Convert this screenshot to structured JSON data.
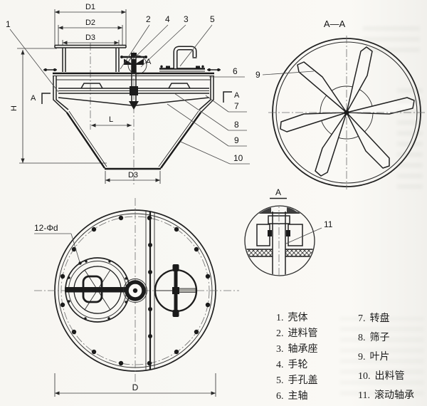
{
  "colors": {
    "bg": "#f9f8f5",
    "ink": "#1b1b1b",
    "centerline": "#6d6d6d"
  },
  "front_view": {
    "dim_d1": "D1",
    "dim_d2": "D2",
    "dim_d3_top": "D3",
    "dim_h": "H",
    "dim_l": "L",
    "dim_d3_bottom": "D3",
    "section_letter": "A",
    "callouts": {
      "c1": "1",
      "c2": "2",
      "c3": "3",
      "c4": "4",
      "c5": "5",
      "c6": "6",
      "c7": "7",
      "c8": "8",
      "c9": "9",
      "c10": "10"
    }
  },
  "section_view": {
    "title": "A—A",
    "blade_callout": "9"
  },
  "detail_view": {
    "title": "A",
    "bearing_callout": "11"
  },
  "bottom_view": {
    "bolt_hole_label": "12-Φd",
    "dim_d": "D"
  },
  "parts_list": {
    "column1": [
      {
        "num": "1.",
        "name": "壳体"
      },
      {
        "num": "2.",
        "name": "进料管"
      },
      {
        "num": "3.",
        "name": "轴承座"
      },
      {
        "num": "4.",
        "name": "手轮"
      },
      {
        "num": "5.",
        "name": "手孔盖"
      },
      {
        "num": "6.",
        "name": "主轴"
      }
    ],
    "column2": [
      {
        "num": "7.",
        "name": "转盘"
      },
      {
        "num": "8.",
        "name": "筛子"
      },
      {
        "num": "9.",
        "name": "叶片"
      },
      {
        "num": "10.",
        "name": "出料管"
      },
      {
        "num": "11.",
        "name": "滚动轴承"
      }
    ]
  }
}
